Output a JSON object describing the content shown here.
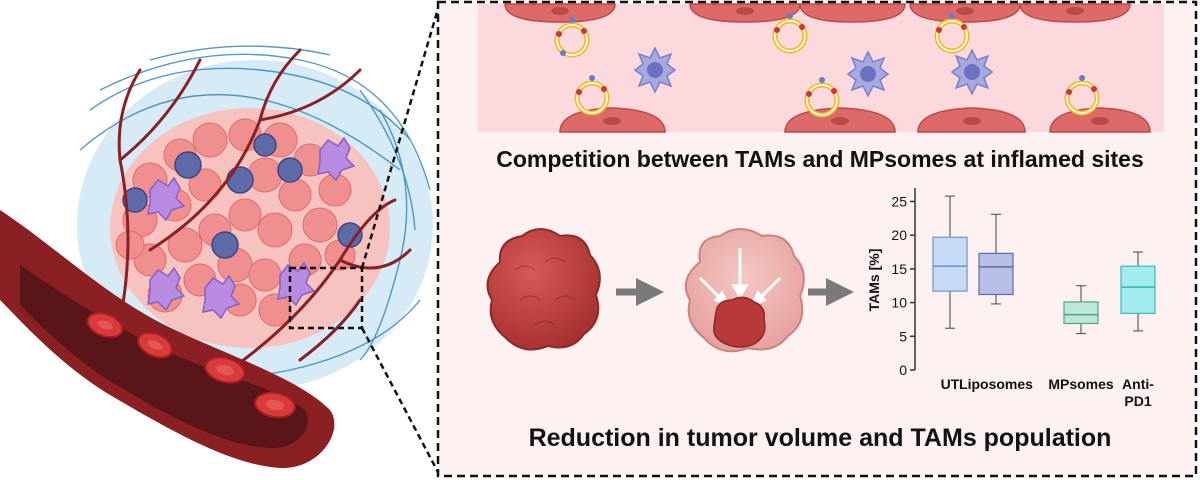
{
  "captions": {
    "top": "Competition between TAMs and MPsomes at inflamed sites",
    "bottom": "Reduction in tumor volume and TAMs population"
  },
  "colors": {
    "vessel_wall": "#8a1f24",
    "vessel_lumen": "#5a1518",
    "red_blood_cell": "#d93a3a",
    "tumor_cell": "#f0a0a0",
    "tam_purple": "#a87cd8",
    "blue_cell": "#5a6aa8",
    "endothelium": "#d65a5a",
    "inflamed_bg": "#fcd9dc",
    "panel_bg": "#fdf1f1",
    "big_tumor": "#b9393a",
    "arrow_gray": "#7a7a7a",
    "ut_box": "#c6daf6",
    "liposomes_box": "#b8bfe6",
    "mpsomes_box": "#bde8d8",
    "antipd1_box": "#a3ecee"
  },
  "chart_data": {
    "type": "box",
    "title": "",
    "xlabel": "",
    "ylabel": "TAMs [%]",
    "ylim": [
      0,
      27
    ],
    "yticks": [
      "0",
      "5",
      "10",
      "15",
      "20",
      "25"
    ],
    "categories": [
      "UT",
      "Liposomes",
      "MPsomes",
      "Anti-PD1"
    ],
    "category_lines": [
      [
        "UT"
      ],
      [
        "Liposomes"
      ],
      [
        "MPsomes"
      ],
      [
        "Anti-",
        "PD1"
      ]
    ],
    "boxes": [
      {
        "name": "UT",
        "min": 6.2,
        "q1": 11.7,
        "median": 15.4,
        "q3": 19.7,
        "max": 25.8,
        "color": "#c6daf6",
        "stroke": "#6f96cf"
      },
      {
        "name": "Liposomes",
        "min": 9.8,
        "q1": 11.2,
        "median": 15.3,
        "q3": 17.3,
        "max": 23.1,
        "color": "#b8bfe6",
        "stroke": "#5f6aa8"
      },
      {
        "name": "MPsomes",
        "min": 5.4,
        "q1": 6.9,
        "median": 8.2,
        "q3": 10.1,
        "max": 12.5,
        "color": "#bde8d8",
        "stroke": "#4aa88a"
      },
      {
        "name": "Anti-PD1",
        "min": 5.8,
        "q1": 8.4,
        "median": 12.3,
        "q3": 15.4,
        "max": 17.5,
        "color": "#a3ecee",
        "stroke": "#3bb8bc"
      }
    ]
  }
}
